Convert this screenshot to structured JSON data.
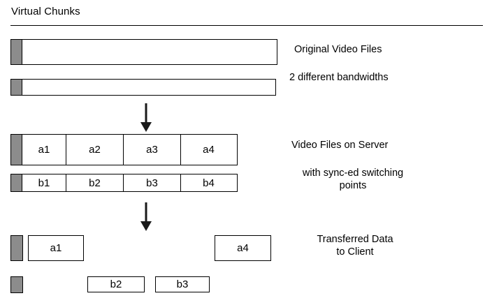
{
  "page": {
    "title": "Virtual Chunks",
    "background_color": "#ffffff",
    "line_color": "#000000",
    "gray_block_color": "#8c8c8c"
  },
  "captions": {
    "original_video_files": "Original Video Files",
    "two_bandwidths": "2 different bandwidths",
    "video_files_on_server": "Video Files on Server",
    "sync_points": "with sync-ed switching\npoints",
    "transferred_data": "Transferred Data\nto Client"
  },
  "stage_original": {
    "name": "Original Video Files",
    "bars": [
      {
        "id": "bar-high",
        "label": "",
        "thickness": "thick"
      },
      {
        "id": "bar-low",
        "label": "",
        "thickness": "thin"
      }
    ]
  },
  "stage_server": {
    "name": "Video Files on Server",
    "rows": [
      {
        "id": "row-a",
        "chunks": [
          {
            "label": "a1"
          },
          {
            "label": "a2"
          },
          {
            "label": "a3"
          },
          {
            "label": "a4"
          }
        ]
      },
      {
        "id": "row-b",
        "chunks": [
          {
            "label": "b1"
          },
          {
            "label": "b2"
          },
          {
            "label": "b3"
          },
          {
            "label": "b4"
          }
        ]
      }
    ]
  },
  "stage_client": {
    "name": "Transferred Data to Client",
    "row_a": [
      {
        "label": "a1"
      },
      {
        "label": "a4"
      }
    ],
    "row_b": [
      {
        "label": "b2"
      },
      {
        "label": "b3"
      }
    ]
  },
  "arrows": [
    {
      "id": "arrow-top",
      "direction": "down"
    },
    {
      "id": "arrow-bottom",
      "direction": "down"
    }
  ]
}
